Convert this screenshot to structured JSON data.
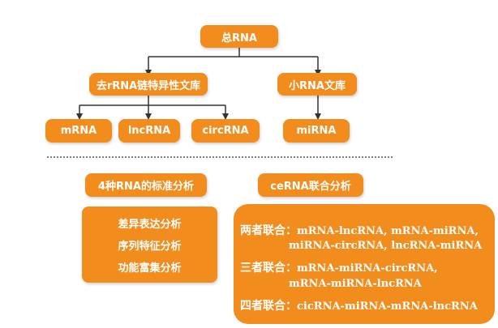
{
  "colors": {
    "box_fill": "#f28c1c",
    "text": "#ffffff",
    "connector": "#333333",
    "divider": "#555555"
  },
  "tree": {
    "root": "总RNA",
    "left_branch": "去rRNA链特异性文库",
    "right_branch": "小RNA文库",
    "leaves": {
      "mrna": "mRNA",
      "lncrna": "lncRNA",
      "circrna": "circRNA",
      "mirna": "miRNA"
    }
  },
  "analysis": {
    "standard_header": "4种RNA的标准分析",
    "cerna_header": "ceRNA联合分析",
    "standard_items": [
      "差异表达分析",
      "序列特征分析",
      "功能富集分析"
    ],
    "combos": {
      "two_label": "两者联合：",
      "two_line1": "mRNA-lncRNA, mRNA-miRNA,",
      "two_line2": "miRNA-circRNA, lncRNA-miRNA",
      "three_label": "三者联合：",
      "three_line1": "mRNA-miRNA-circRNA,",
      "three_line2": "mRNA-miRNA-lncRNA",
      "four_label": "四者联合：",
      "four_line1": "cicRNA-miRNA-mRNA-lncRNA"
    }
  }
}
